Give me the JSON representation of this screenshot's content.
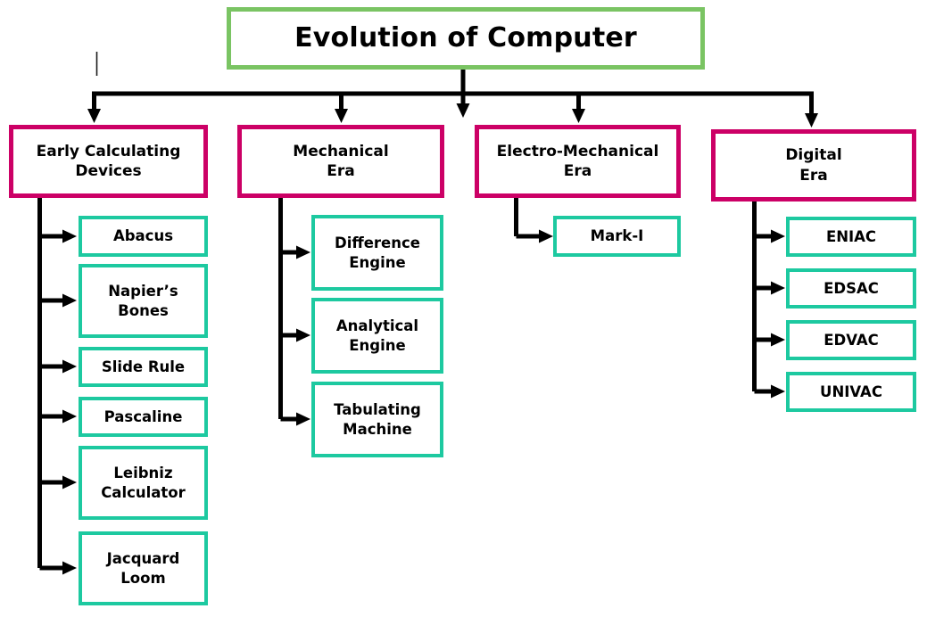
{
  "diagram": {
    "title": "Evolution of Computer",
    "colors": {
      "title_border": "#7ac463",
      "era_border": "#cc0066",
      "leaf_border": "#1dc9a0",
      "connector": "#000000",
      "background": "#ffffff",
      "text": "#000000"
    },
    "branches": [
      {
        "id": "early-calculating-devices",
        "label": "Early Calculating\nDevices",
        "children": [
          {
            "id": "abacus",
            "label": "Abacus"
          },
          {
            "id": "napiers-bones",
            "label": "Napier’s\nBones"
          },
          {
            "id": "slide-rule",
            "label": "Slide Rule"
          },
          {
            "id": "pascaline",
            "label": "Pascaline"
          },
          {
            "id": "leibniz-calculator",
            "label": "Leibniz\nCalculator"
          },
          {
            "id": "jacquard-loom",
            "label": "Jacquard\nLoom"
          }
        ]
      },
      {
        "id": "mechanical-era",
        "label": "Mechanical\nEra",
        "children": [
          {
            "id": "difference-engine",
            "label": "Difference\nEngine"
          },
          {
            "id": "analytical-engine",
            "label": "Analytical\nEngine"
          },
          {
            "id": "tabulating-machine",
            "label": "Tabulating\nMachine"
          }
        ]
      },
      {
        "id": "electro-mechanical-era",
        "label": "Electro-Mechanical\nEra",
        "children": [
          {
            "id": "mark-i",
            "label": "Mark-I"
          }
        ]
      },
      {
        "id": "digital-era",
        "label": "Digital\nEra",
        "children": [
          {
            "id": "eniac",
            "label": "ENIAC"
          },
          {
            "id": "edsac",
            "label": "EDSAC"
          },
          {
            "id": "edvac",
            "label": "EDVAC"
          },
          {
            "id": "univac",
            "label": "UNIVAC"
          }
        ]
      }
    ]
  }
}
